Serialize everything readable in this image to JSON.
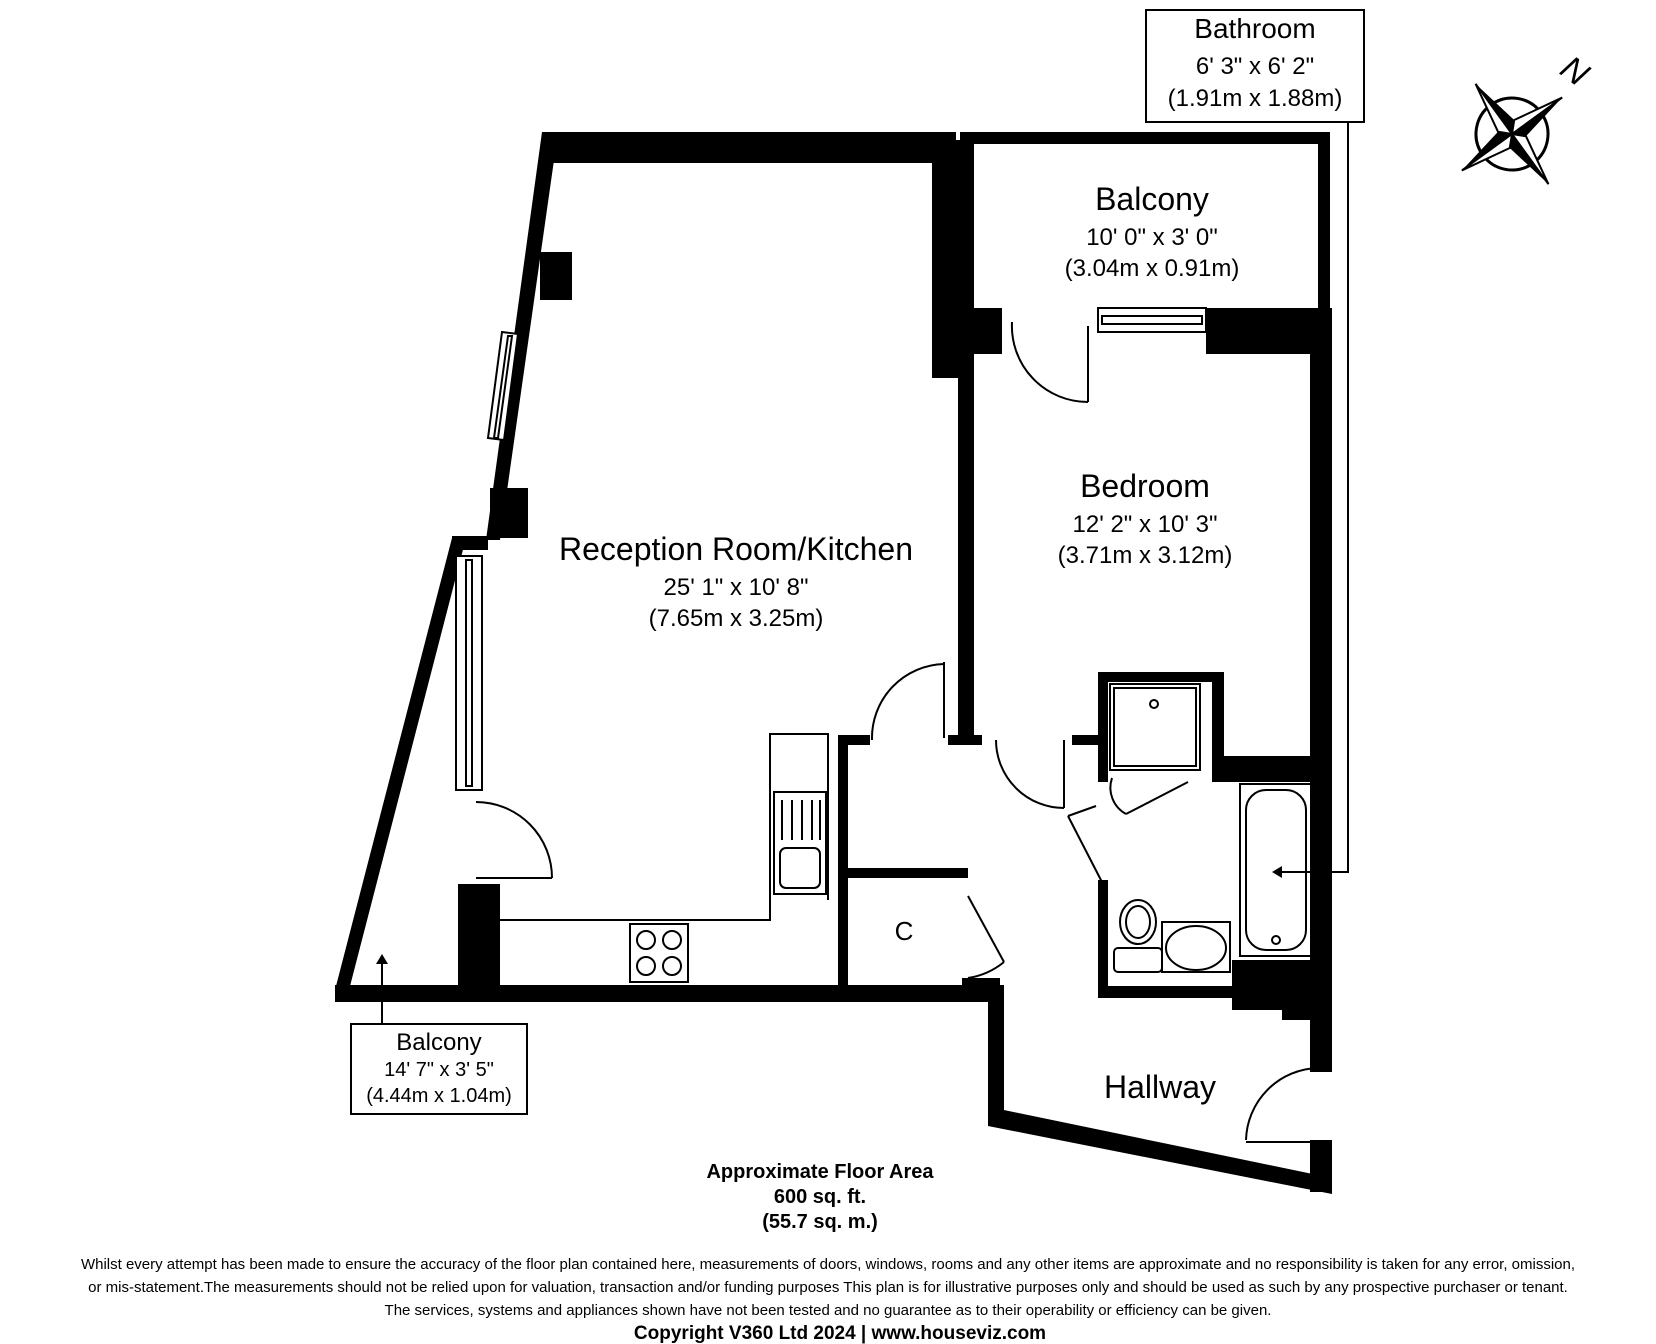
{
  "rooms": {
    "reception": {
      "name": "Reception Room/Kitchen",
      "imperial": "25' 1\" x 10' 8\"",
      "metric": "(7.65m x 3.25m)"
    },
    "bedroom": {
      "name": "Bedroom",
      "imperial": "12' 2\" x 10' 3\"",
      "metric": "(3.71m x 3.12m)"
    },
    "balcony_upper": {
      "name": "Balcony",
      "imperial": "10' 0\" x 3' 0\"",
      "metric": "(3.04m x 0.91m)"
    },
    "bathroom": {
      "name": "Bathroom",
      "imperial": "6' 3\" x 6' 2\"",
      "metric": "(1.91m x 1.88m)"
    },
    "balcony_lower": {
      "name": "Balcony",
      "imperial": "14' 7\" x 3' 5\"",
      "metric": "(4.44m x 1.04m)"
    },
    "hallway": {
      "name": "Hallway"
    },
    "closet": {
      "name": "C"
    }
  },
  "compass": {
    "label": "N",
    "icon": "compass-rose-icon"
  },
  "floor_area": {
    "title": "Approximate Floor Area",
    "imperial": "600 sq. ft.",
    "metric": "(55.7 sq. m.)"
  },
  "disclaimer": {
    "line1": "Whilst every attempt has been made to ensure the accuracy of the floor plan contained here, measurements of doors, windows, rooms and any other items are approximate and no responsibility is taken for any error, omission,",
    "line2": "or mis-statement.The measurements should not be relied upon for valuation, transaction and/or funding purposes This plan is for illustrative purposes only and should be used as such by any prospective purchaser or tenant.",
    "line3": "The services, systems and appliances shown have not been tested and no guarantee as to their operability or efficiency can be given."
  },
  "copyright": "Copyright V360 Ltd 2024 | www.houseviz.com"
}
